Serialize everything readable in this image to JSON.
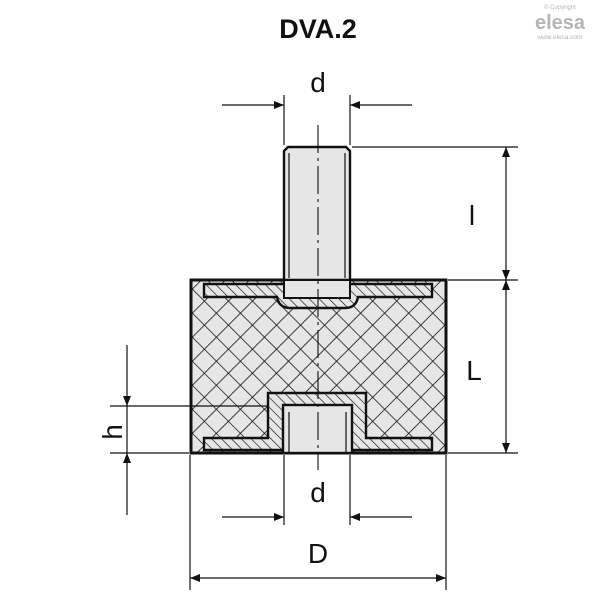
{
  "title": "DVA.2",
  "logo": {
    "copyright": "© Copyright",
    "brand": "elesa",
    "url": "www.elesa.com"
  },
  "dimensions": {
    "stud_diameter": "d",
    "stud_length": "l",
    "body_height": "L",
    "insert_depth": "h",
    "insert_diameter": "d",
    "body_diameter": "D"
  },
  "colors": {
    "line": "#111111",
    "fill": "#e6e6e6",
    "logo": "#b5b5b5"
  }
}
